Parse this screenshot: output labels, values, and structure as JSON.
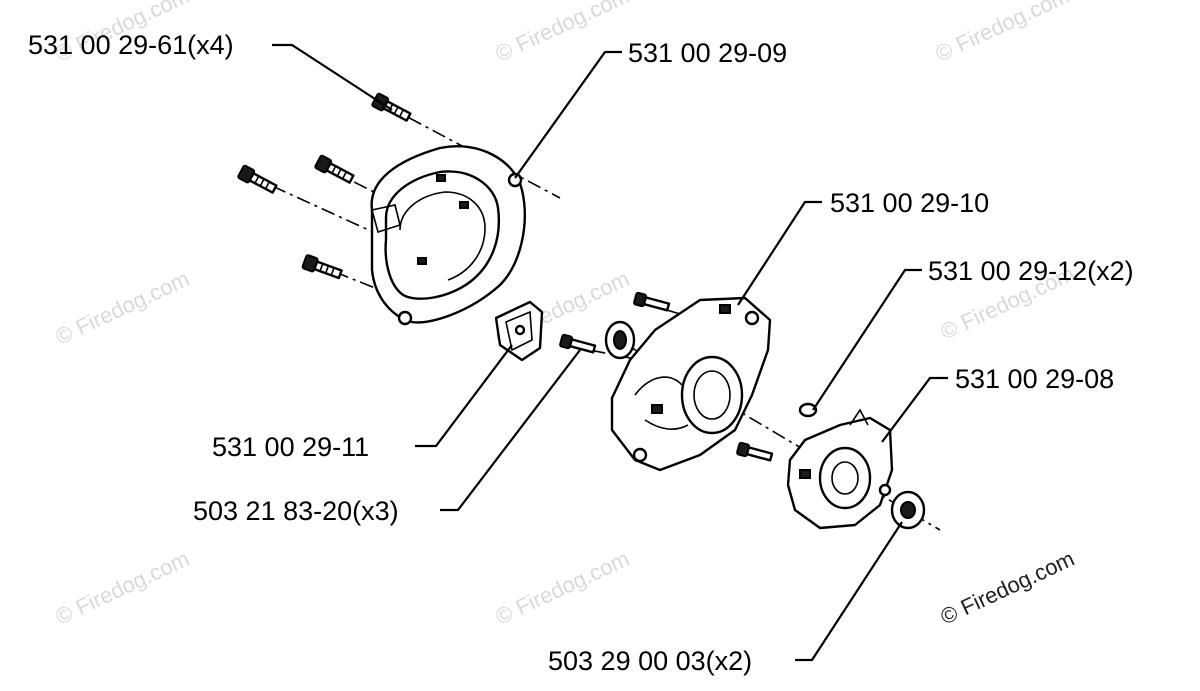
{
  "parts": [
    {
      "id": "p1",
      "label": "531 00 29-61(x4)"
    },
    {
      "id": "p2",
      "label": "531 00 29-09"
    },
    {
      "id": "p3",
      "label": "531 00 29-10"
    },
    {
      "id": "p4",
      "label": "531 00 29-12(x2)"
    },
    {
      "id": "p5",
      "label": "531 00 29-08"
    },
    {
      "id": "p6",
      "label": "531 00 29-11"
    },
    {
      "id": "p7",
      "label": "503 21 83-20(x3)"
    },
    {
      "id": "p8",
      "label": "503 29 00 03(x2)"
    }
  ],
  "watermark": {
    "text": "© Firedog.com"
  }
}
